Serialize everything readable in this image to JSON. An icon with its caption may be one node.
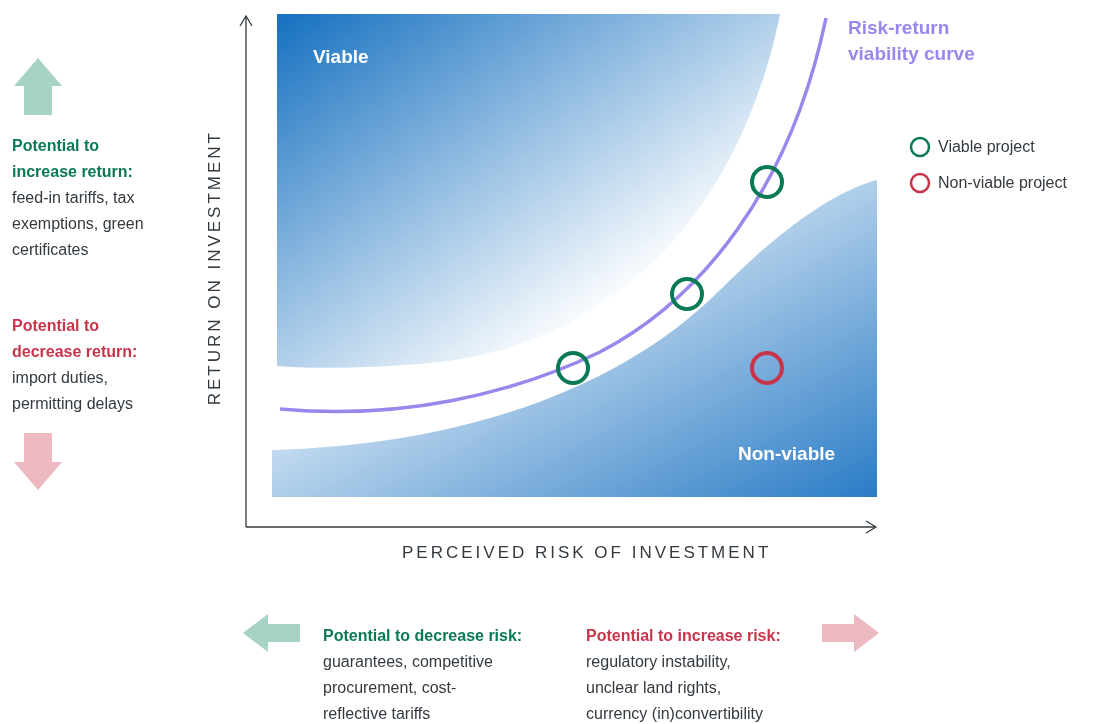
{
  "diagram": {
    "labels": [
      "Viable",
      "Risk-return viability curve",
      "Potential to increase return:",
      "feed-in tariffs, tax exemptions, green certificates",
      "Potential to decrease return:",
      "import duties, permitting delays",
      "RETURN ON INVESTMENT",
      "Non-viable",
      "PERCEIVED RISK OF INVESTMENT",
      "Potential to decrease risk:",
      "guarantees, competitive procurement, cost-reflective tariffs",
      "Potential to increase risk:",
      "regulatory instability, unclear land rights, currency (in)convertibility"
    ],
    "legend": [
      {
        "text": "Viable project"
      },
      {
        "text": "Non-viable project"
      }
    ]
  }
}
